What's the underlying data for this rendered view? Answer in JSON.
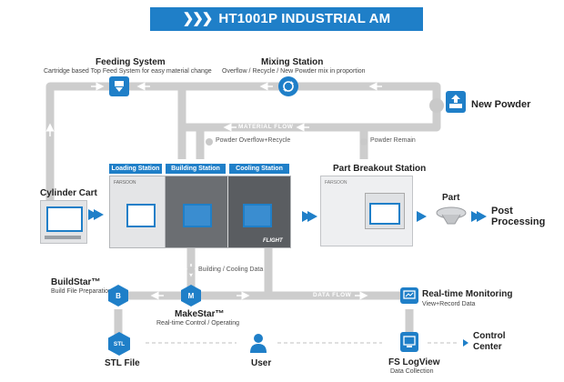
{
  "banner": {
    "chevrons": "❯❯❯",
    "title": "HT1001P INDUSTRIAL AM WORKFLOW"
  },
  "feeding": {
    "title": "Feeding System",
    "subtitle": "Cartridge based Top Feed System for easy material change"
  },
  "mixing": {
    "title": "Mixing Station",
    "subtitle": "Overflow / Recycle / New Powder mix in proportion"
  },
  "new_powder": {
    "title": "New Powder"
  },
  "material_flow": {
    "label": "MATERIAL FLOW",
    "overflow_note": "Powder Overflow+Recycle",
    "remain_note": "Powder Remain"
  },
  "cylinder_cart": {
    "title": "Cylinder Cart"
  },
  "stations": {
    "loading": "Loading Station",
    "building": "Building Station",
    "cooling": "Cooling Station"
  },
  "machine": {
    "brand": "FARSOON",
    "model": "FLIGHT"
  },
  "breakout": {
    "title": "Part Breakout Station",
    "brand": "FARSOON"
  },
  "part": {
    "title": "Part"
  },
  "post_processing": {
    "line1": "Post",
    "line2": "Processing"
  },
  "data_flow": {
    "label": "DATA FLOW",
    "building_note": "Building / Cooling Data"
  },
  "buildstar": {
    "title": "BuildStar™",
    "subtitle": "Build File Preparation",
    "icon_text": "B"
  },
  "makestar": {
    "title": "MakeStar™",
    "subtitle": "Real-time Control / Operating",
    "icon_text": "M"
  },
  "monitoring": {
    "title": "Real-time Monitoring",
    "subtitle": "View+Record Data"
  },
  "stl": {
    "title": "STL File",
    "icon_text": "STL"
  },
  "user": {
    "title": "User"
  },
  "logview": {
    "title": "FS LogView",
    "subtitle": "Data Collection"
  },
  "control_center": {
    "line1": "Control",
    "line2": "Center"
  },
  "colors": {
    "accent": "#1f7fc8",
    "pipe": "#c9c9c9",
    "machine": "#d9dadc"
  }
}
